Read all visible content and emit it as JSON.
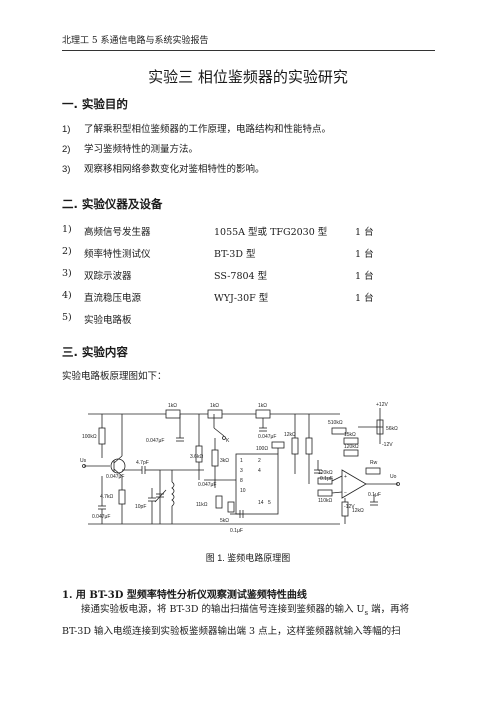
{
  "header": {
    "text": "北理工 5 系通信电路与系统实验报告"
  },
  "title": "实验三   相位鉴频器的实验研究",
  "sections": {
    "s1": {
      "heading": "一. 实验目的",
      "items": [
        {
          "num": "1)",
          "text": "了解乘积型相位鉴频器的工作原理，电路结构和性能特点。"
        },
        {
          "num": "2)",
          "text": "学习鉴频特性的测量方法。"
        },
        {
          "num": "3)",
          "text": "观察移相网络参数变化对鉴相特性的影响。"
        }
      ]
    },
    "s2": {
      "heading": "二. 实验仪器及设备",
      "items": [
        {
          "num": "1)",
          "name": "高频信号发生器",
          "model": "1055A 型或 TFG2030 型",
          "qty": "1 台"
        },
        {
          "num": "2)",
          "name": "频率特性测试仪",
          "model": "BT-3D 型",
          "qty": "1 台"
        },
        {
          "num": "3)",
          "name": "双踪示波器",
          "model": "SS-7804 型",
          "qty": "1 台"
        },
        {
          "num": "4)",
          "name": "直流稳压电源",
          "model": "WYJ-30F 型",
          "qty": "1 台"
        },
        {
          "num": "5)",
          "name": "实验电路板",
          "model": "",
          "qty": ""
        }
      ]
    },
    "s3": {
      "heading": "三. 实验内容",
      "intro": "实验电路板原理图如下：",
      "figure_caption": "图 1. 鉴频电路原理图",
      "sub_heading": "1.   用 BT-3D 型频率特性分析仪观察测试鉴频特性曲线",
      "paragraph_line1": "接通实验板电源，将 BT-3D 的输出扫描信号连接到鉴频器的输入 U",
      "paragraph_sub": "s",
      "paragraph_line1_tail": " 端，再将",
      "paragraph_line2": "BT-3D 输入电缆连接到实验板鉴频器输出端 3 点上，这样鉴频器就输入等幅的扫"
    }
  },
  "circuit": {
    "labels": {
      "r_100k": "100kΩ",
      "r_1k_a": "1kΩ",
      "r_1k_b": "1kΩ",
      "r_1k_c": "1kΩ",
      "c_0047_a": "0.047μF",
      "c_0047_b": "0.047μF",
      "c_0047_c": "0.047μF",
      "c_0047_d": "0.047μF",
      "r_4_7k": "4.7kΩ",
      "c_4_7p": "4.7pF",
      "c_10p": "10pF",
      "r_100": "100Ω",
      "r_510k": "510kΩ",
      "r_15k": "15kΩ",
      "r_120k_a": "120kΩ",
      "r_120k_b": "120kΩ",
      "r_110k": "110kΩ",
      "r_12k_a": "12kΩ",
      "r_12k_b": "12kΩ",
      "r_56k": "56kΩ",
      "c_01_a": "0.1μF",
      "c_01_b": "0.1μF",
      "c_01_c": "0.1μF",
      "r_3_6k": "3.6kΩ",
      "r_3k": "3kΩ",
      "r_11k": "11kΩ",
      "r_5k": "5kΩ",
      "v_p12": "+12V",
      "v_m12": "-12V",
      "v_m12b": "-12V",
      "uin": "Us",
      "uout": "Uo",
      "rw": "Rw",
      "pin_1": "1",
      "pin_2": "2",
      "pin_3": "3",
      "pin_4": "4",
      "pin_8": "8",
      "pin_10": "10",
      "pin_14": "14",
      "pin_15": "5"
    }
  }
}
